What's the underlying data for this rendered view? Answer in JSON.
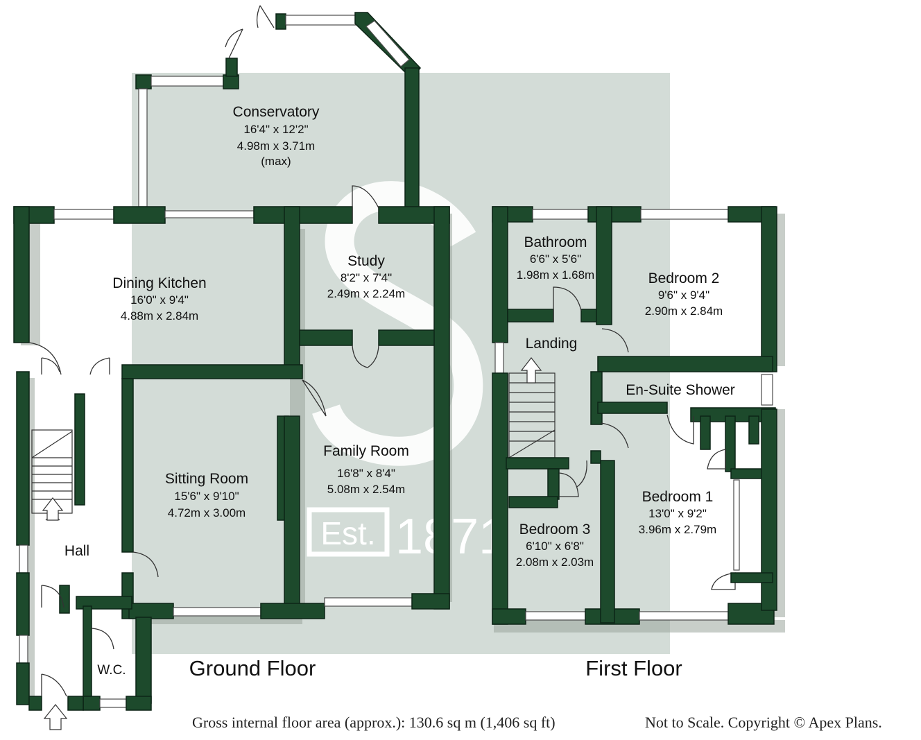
{
  "rooms": {
    "conservatory": {
      "name": "Conservatory",
      "imperial": "16'4\" x 12'2\"",
      "metric": "4.98m x 3.71m",
      "note": "(max)"
    },
    "dining_kitchen": {
      "name": "Dining Kitchen",
      "imperial": "16'0\" x 9'4\"",
      "metric": "4.88m x 2.84m"
    },
    "study": {
      "name": "Study",
      "imperial": "8'2\" x 7'4\"",
      "metric": "2.49m x 2.24m"
    },
    "family_room": {
      "name": "Family Room",
      "imperial": "16'8\" x 8'4\"",
      "metric": "5.08m x 2.54m"
    },
    "sitting_room": {
      "name": "Sitting Room",
      "imperial": "15'6\" x 9'10\"",
      "metric": "4.72m x 3.00m"
    },
    "hall": {
      "name": "Hall"
    },
    "wc": {
      "name": "W.C."
    },
    "bathroom": {
      "name": "Bathroom",
      "imperial": "6'6\" x 5'6\"",
      "metric": "1.98m x 1.68m"
    },
    "bedroom2": {
      "name": "Bedroom 2",
      "imperial": "9'6\" x 9'4\"",
      "metric": "2.90m x 2.84m"
    },
    "landing": {
      "name": "Landing"
    },
    "ensuite": {
      "name": "En-Suite Shower"
    },
    "bedroom1": {
      "name": "Bedroom 1",
      "imperial": "13'0\" x 9'2\"",
      "metric": "3.96m x 2.79m"
    },
    "bedroom3": {
      "name": "Bedroom 3",
      "imperial": "6'10\" x 6'8\"",
      "metric": "2.08m x 2.03m"
    }
  },
  "floors": {
    "ground": "Ground Floor",
    "first": "First Floor"
  },
  "watermark": {
    "est": "Est.",
    "year": "1871"
  },
  "footer": {
    "area": "Gross internal floor area (approx.): 130.6 sq m (1,406 sq ft)",
    "copyright": "Not to Scale. Copyright © Apex Plans."
  },
  "colors": {
    "wall": "#1d4a2c",
    "watermark": "#d3dcd7"
  }
}
